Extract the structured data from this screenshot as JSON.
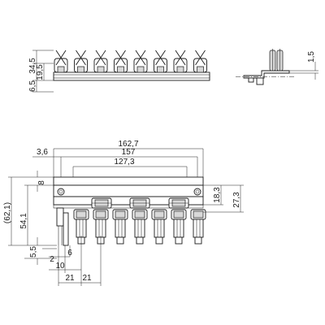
{
  "views": {
    "top_view": {
      "dimensions": {
        "height_total": "34,5",
        "height_mid": "19,5",
        "height_base": "6,5"
      }
    },
    "side_view": {
      "dimensions": {
        "thickness": "1,5"
      }
    },
    "front_view": {
      "dimensions": {
        "overall_width": "162,7",
        "hole_spacing": "157",
        "inner_width": "127,3",
        "edge_offset": "3,6",
        "top_offset": "8",
        "height_small": "18,3",
        "height_medium": "27,3",
        "height_total": "(62,1)",
        "height_body": "54,1",
        "pin_offset": "5,5",
        "pin_gap": "2",
        "pin_width": "6",
        "pin_pitch_start": "10",
        "pitch_a": "21",
        "pitch_b": "21"
      }
    }
  },
  "colors": {
    "line": "#1a1a1a",
    "shade": "#d8d8d8",
    "background": "#ffffff"
  }
}
